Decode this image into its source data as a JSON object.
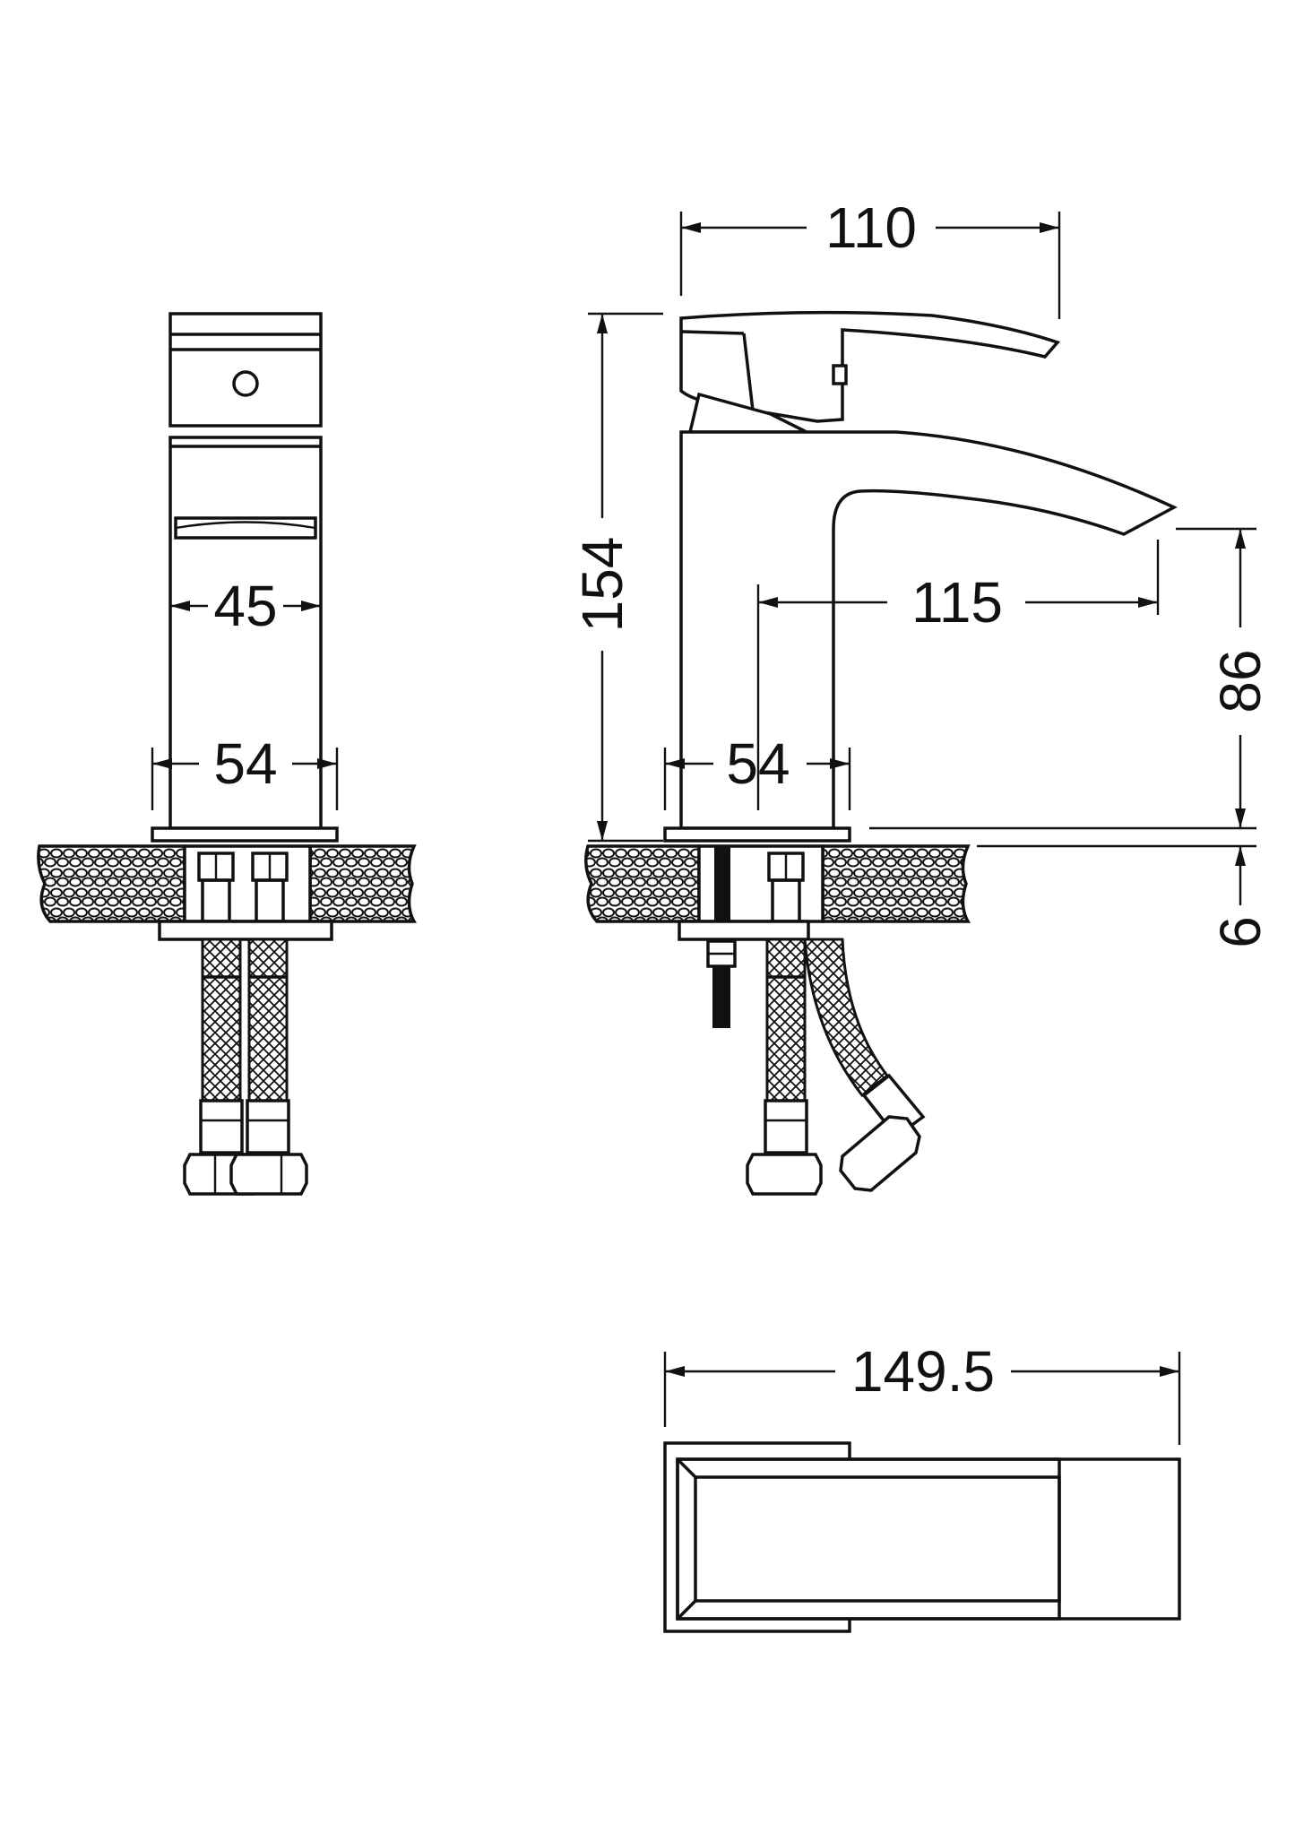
{
  "dimensions": {
    "front_body_width": "45",
    "front_base_width": "54",
    "side_lever_length": "110",
    "side_total_height": "154",
    "side_spout_reach": "115",
    "side_base_width": "54",
    "side_spout_height": "86",
    "side_base_height": "6",
    "plan_total_length": "149.5"
  }
}
